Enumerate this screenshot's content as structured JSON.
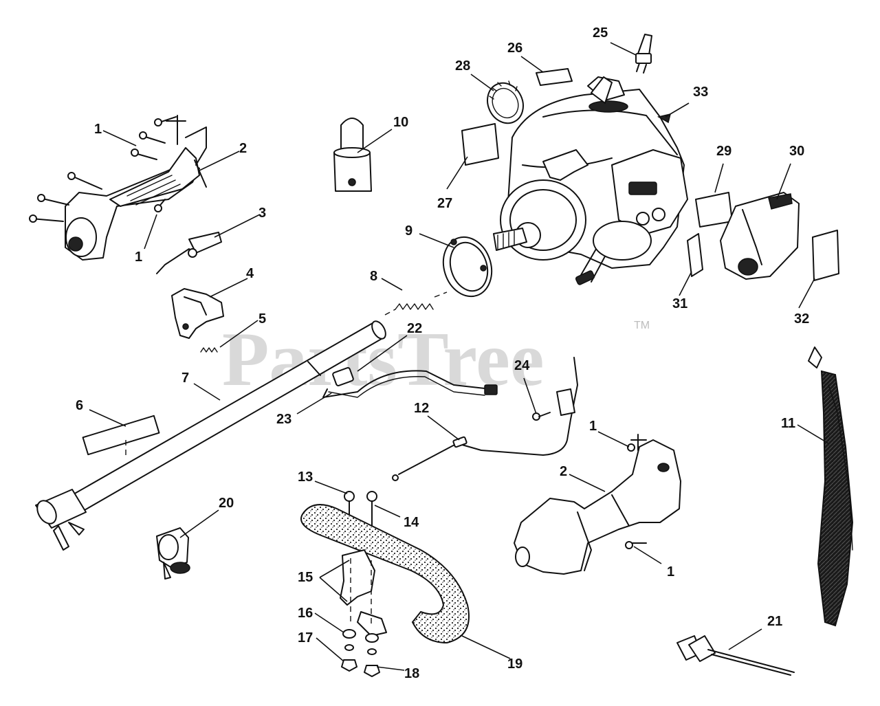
{
  "watermark": {
    "text": "PartsTree",
    "trademark": "TM"
  },
  "callouts": [
    "1",
    "2",
    "3",
    "4",
    "5",
    "6",
    "7",
    "8",
    "9",
    "10",
    "11",
    "12",
    "13",
    "14",
    "15",
    "16",
    "17",
    "18",
    "19",
    "20",
    "21",
    "22",
    "23",
    "24",
    "25",
    "26",
    "27",
    "28",
    "29",
    "30",
    "31",
    "32",
    "33"
  ],
  "callout_labels": {
    "p1a": "1",
    "p1b": "1",
    "p1c": "1",
    "p1d": "1",
    "p2a": "2",
    "p2b": "2",
    "p3": "3",
    "p4": "4",
    "p5": "5",
    "p6": "6",
    "p7": "7",
    "p8": "8",
    "p9": "9",
    "p10": "10",
    "p11": "11",
    "p12": "12",
    "p13": "13",
    "p14": "14",
    "p15": "15",
    "p16": "16",
    "p17": "17",
    "p18": "18",
    "p19": "19",
    "p20": "20",
    "p21": "21",
    "p22": "22",
    "p23": "23",
    "p24": "24",
    "p25": "25",
    "p26": "26",
    "p27": "27",
    "p28": "28",
    "p29": "29",
    "p30": "30",
    "p31": "31",
    "p32": "32",
    "p33": "33"
  },
  "colors": {
    "line": "#111111",
    "watermark": "#d9d9d9",
    "background": "#ffffff"
  }
}
